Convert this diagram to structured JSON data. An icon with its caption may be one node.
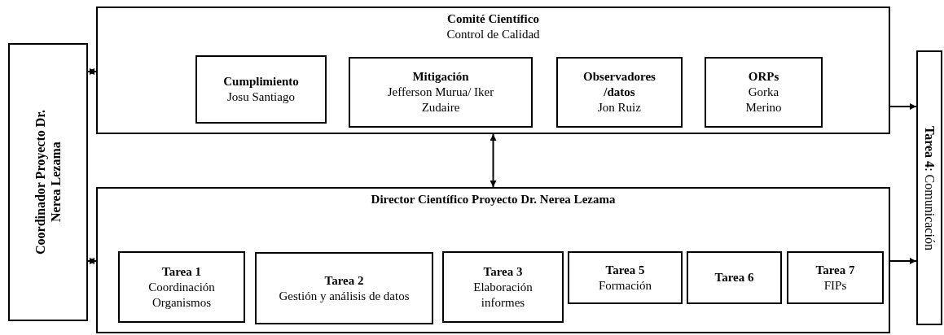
{
  "diagram": {
    "nodes": [
      {
        "text": [
          "Coordinador Proyecto Dr. Nerea Lezama"
        ]
      },
      {
        "text": [
          "Comité Científico",
          "Control de Calidad"
        ]
      },
      {
        "text": [
          "Cumplimiento",
          "Josu Santiago"
        ],
        "in": 1
      },
      {
        "text": [
          "Mitigación",
          "Jefferson Murua/ Iker Zudaire"
        ],
        "in": 1
      },
      {
        "text": [
          "Observadores /datos",
          "Jon Ruiz"
        ],
        "in": 1
      },
      {
        "text": [
          "ORPs",
          "Gorka Merino"
        ],
        "in": 1
      },
      {
        "text": [
          "Director Científico Proyecto Dr. Nerea Lezama"
        ]
      },
      {
        "text": [
          "Tarea 1",
          "Coordinación Organismos"
        ],
        "in": 6
      },
      {
        "text": [
          "Tarea 2",
          "Gestión y análisis de datos"
        ],
        "in": 6
      },
      {
        "text": [
          "Tarea 3",
          "Elaboración informes"
        ],
        "in": 6
      },
      {
        "text": [
          "Tarea 5",
          "Formación"
        ],
        "in": 6
      },
      {
        "text": [
          "Tarea 6"
        ],
        "in": 6
      },
      {
        "text": [
          "Tarea 7",
          "FIPs"
        ],
        "in": 6
      },
      {
        "text": [
          "**Tarea 4**: Comunicación"
        ]
      }
    ],
    "edges": [
      {
        "from": 0,
        "to": 1,
        "arrow": "both"
      },
      {
        "from": 0,
        "to": 6,
        "arrow": "both"
      },
      {
        "from": 1,
        "to": 6,
        "arrow": "both"
      },
      {
        "from": 1,
        "to": 13,
        "arrow": "to"
      },
      {
        "from": 6,
        "to": 13,
        "arrow": "to"
      }
    ]
  }
}
